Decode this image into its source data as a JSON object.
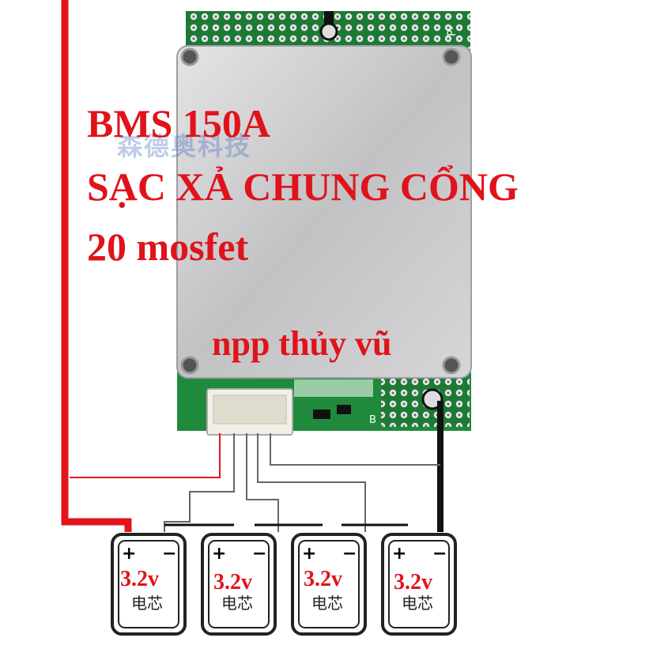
{
  "title": "BMS 150A",
  "subtitle": "SẠC XẢ CHUNG CỔNG",
  "mosfet_label": "20 mosfet",
  "distributor": "npp thủy vũ",
  "board_pin_label": "P-",
  "board_b_label": "B",
  "watermark": "森德奥科技",
  "cells": [
    {
      "voltage": "3.2v",
      "name": "电芯",
      "plus": "+",
      "minus": "−"
    },
    {
      "voltage": "3.2v",
      "name": "电芯",
      "plus": "+",
      "minus": "−"
    },
    {
      "voltage": "3.2v",
      "name": "电芯",
      "plus": "+",
      "minus": "−"
    },
    {
      "voltage": "3.2v",
      "name": "电芯",
      "plus": "+",
      "minus": "−"
    }
  ],
  "colors": {
    "label_red": "#e0131b",
    "wire_red": "#e3141c",
    "wire_black": "#111111",
    "pcb_green": "#1f8a3c",
    "heatsink": "#c9c9cb"
  }
}
